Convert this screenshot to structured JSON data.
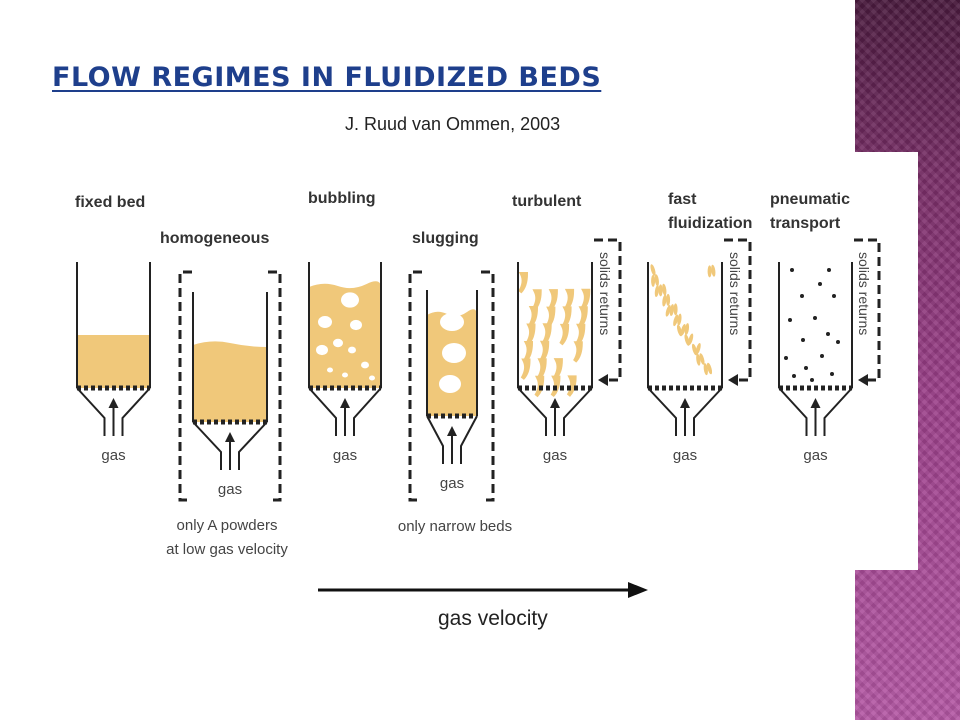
{
  "slide": {
    "title": "FLOW REGIMES IN FLUIDIZED BEDS",
    "author": "J. Ruud van Ommen, 2003"
  },
  "colors": {
    "title": "#1e3f8c",
    "bed": "#f0c87a",
    "line": "#222222",
    "sidebar_top": "#4a1a3e",
    "sidebar_bottom": "#b457a4"
  },
  "regimes": [
    {
      "id": "fixed-bed",
      "label": [
        "fixed bed"
      ],
      "gas_label": "gas",
      "note": []
    },
    {
      "id": "homogeneous",
      "label": [
        "homogeneous"
      ],
      "gas_label": "gas",
      "note": [
        "only A powders",
        "at low gas velocity"
      ]
    },
    {
      "id": "bubbling",
      "label": [
        "bubbling"
      ],
      "gas_label": "gas",
      "note": []
    },
    {
      "id": "slugging",
      "label": [
        "slugging"
      ],
      "gas_label": "gas",
      "note": [
        "only narrow beds"
      ]
    },
    {
      "id": "turbulent",
      "label": [
        "turbulent"
      ],
      "gas_label": "gas",
      "note": [],
      "side_label": "solids returns"
    },
    {
      "id": "fast-fluidization",
      "label": [
        "fast",
        "fluidization"
      ],
      "gas_label": "gas",
      "note": [],
      "side_label": "solids returns"
    },
    {
      "id": "pneumatic-transport",
      "label": [
        "pneumatic",
        "transport"
      ],
      "gas_label": "gas",
      "note": [],
      "side_label": "solids returns"
    }
  ],
  "axis": {
    "label": "gas velocity"
  }
}
